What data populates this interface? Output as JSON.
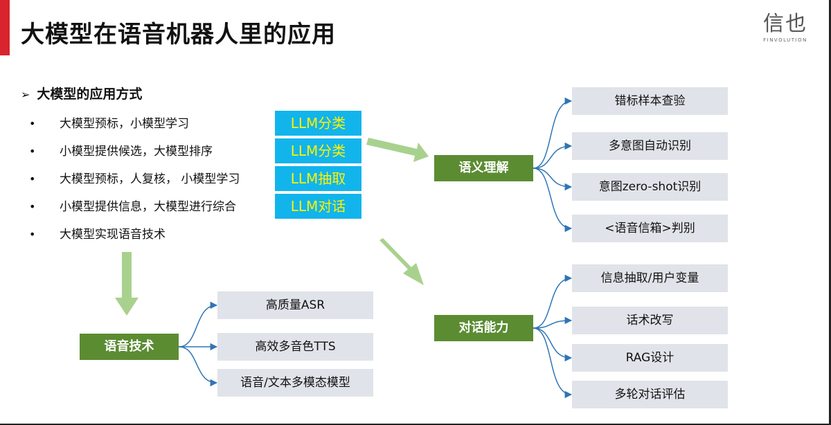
{
  "title": "大模型在语音机器人里的应用",
  "logo": {
    "cn": "信也",
    "en": "FINVOLUTION"
  },
  "section": {
    "heading": "大模型的应用方式",
    "bullets": [
      "大模型预标，小模型学习",
      "小模型提供候选，大模型排序",
      "大模型预标，人复核， 小模型学习",
      "小模型提供信息，大模型进行综合",
      "大模型实现语音技术"
    ]
  },
  "llm_tags": [
    "LLM分类",
    "LLM分类",
    "LLM抽取",
    "LLM对话"
  ],
  "categories": {
    "semantic": "语义理解",
    "dialogue": "对话能力",
    "speech": "语音技术"
  },
  "semantic_items": [
    "错标样本查验",
    "多意图自动识别",
    "意图zero-shot识别",
    "<语音信箱>判别"
  ],
  "dialogue_items": [
    "信息抽取/用户变量",
    "话术改写",
    "RAG设计",
    "多轮对话评估"
  ],
  "speech_items": [
    "高质量ASR",
    "高效多音色TTS",
    "语音/文本多模态模型"
  ],
  "colors": {
    "accent": "#d9232e",
    "category_green": "#5b8c32",
    "tag_blue": "#12b4ec",
    "tag_text": "#fff200",
    "leaf_gray": "#e0e3e9",
    "arrow_green": "#a9d18e",
    "connector_blue": "#2e75b6"
  }
}
